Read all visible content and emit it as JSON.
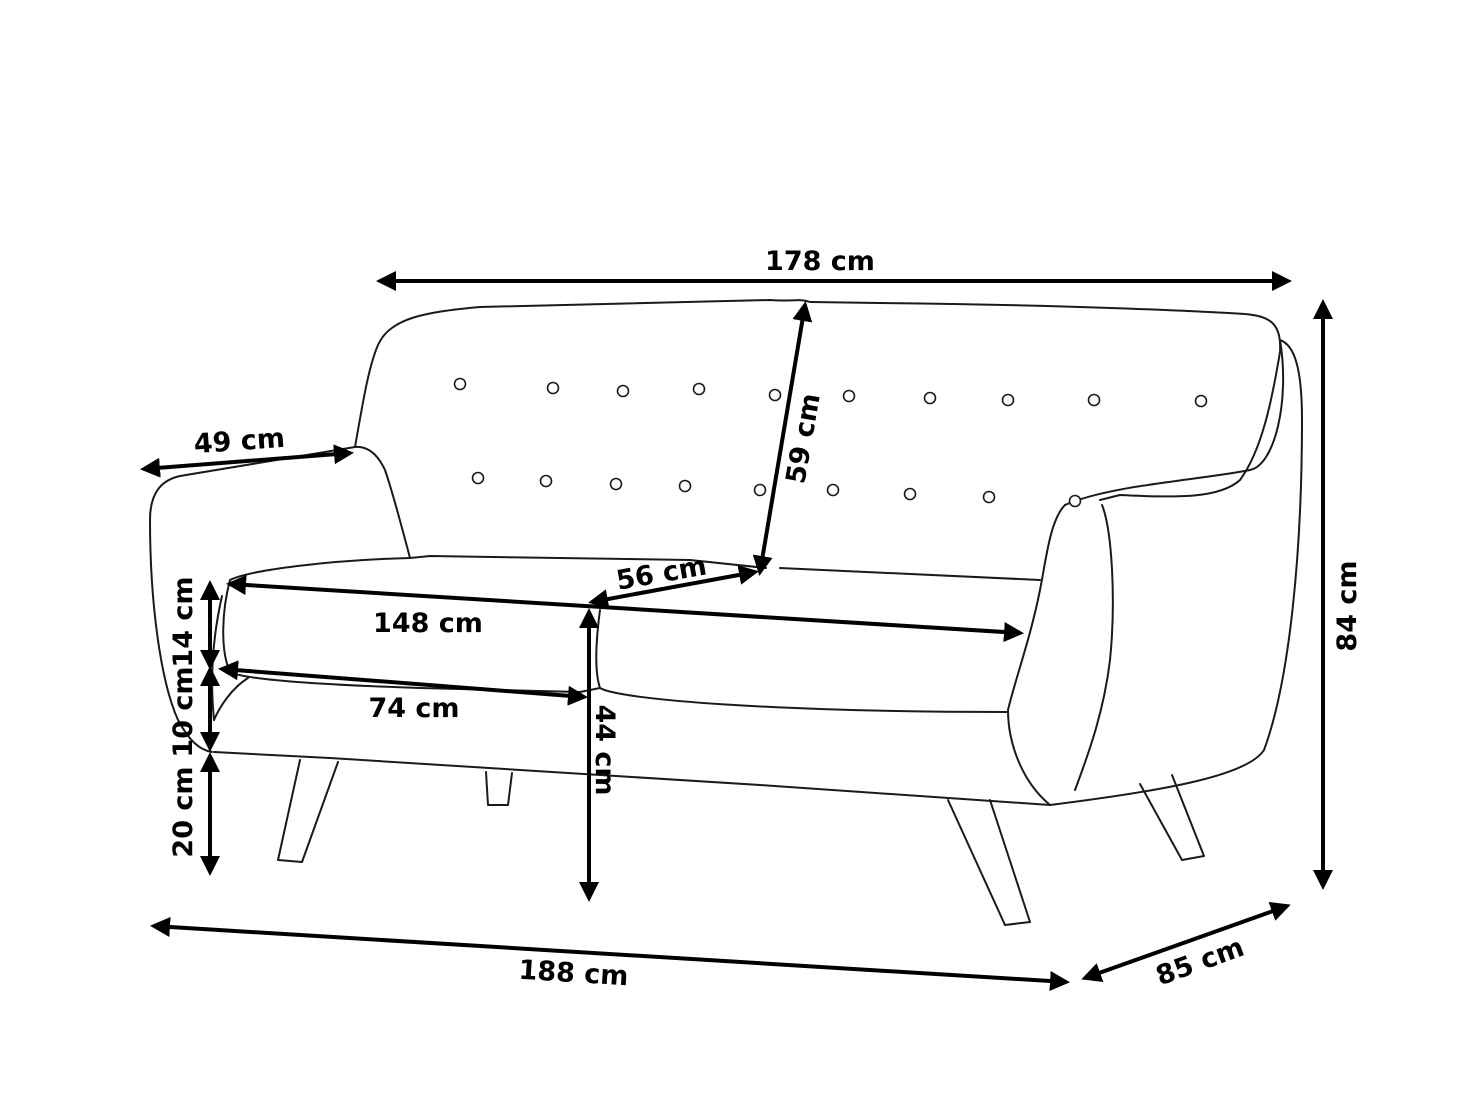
{
  "colors": {
    "line": "#1a1a1a",
    "arrow": "#000000",
    "background": "#ffffff"
  },
  "dimensions": {
    "total_width": "178 cm",
    "depth_total": "85 cm",
    "height_total": "84 cm",
    "floor_length": "188 cm",
    "armrest_depth": "49 cm",
    "backrest_height": "59 cm",
    "seat_depth": "56 cm",
    "seat_width": "148 cm",
    "cushion_width": "74 cm",
    "cushion_height": "14 cm",
    "seat_base_height": "10 cm",
    "leg_height": "20 cm",
    "seat_height": "44 cm"
  }
}
